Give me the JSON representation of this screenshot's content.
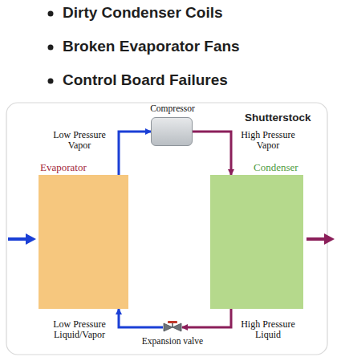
{
  "diagram": {
    "nodes": [
      {
        "text": [
          "Compressor"
        ]
      },
      {
        "text": [
          "Evaporator"
        ]
      },
      {
        "text": [
          "Condenser"
        ]
      },
      {
        "text": [
          "Expansion valve"
        ]
      }
    ],
    "edges": [
      {
        "from": 1,
        "to": 0,
        "arrow": "to",
        "label": "Low Pressure Vapor"
      },
      {
        "from": 0,
        "to": 2,
        "arrow": "to",
        "label": "High Pressure Vapor"
      },
      {
        "from": 2,
        "to": 3,
        "arrow": "to",
        "label": "High Pressure Liquid"
      },
      {
        "from": 3,
        "to": 1,
        "arrow": "to",
        "label": "Low Pressure Liquid/Vapor"
      }
    ],
    "labels": [
      "Dirty Condenser Coils",
      "Broken Evaporator Fans",
      "Control Board Failures",
      "Shutterstock"
    ]
  }
}
